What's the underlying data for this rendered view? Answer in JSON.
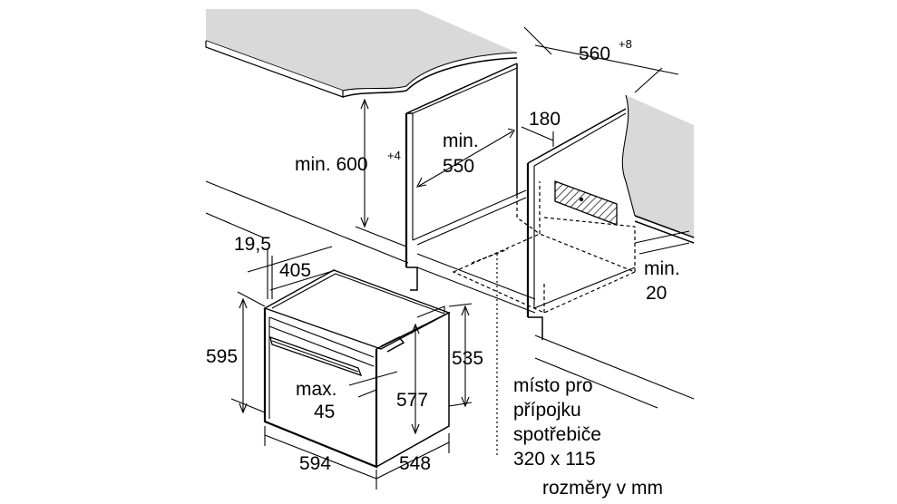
{
  "dimensions": {
    "worktop_height": {
      "text": "min. 600",
      "sup": "+4"
    },
    "niche_depth": {
      "line1": "min.",
      "line2": "550"
    },
    "niche_width": {
      "text": "560",
      "sup": "+8"
    },
    "rear_gap": "180",
    "ventilation": {
      "line1": "min.",
      "line2": "20"
    },
    "side_offset": "19,5",
    "top_depth": "405",
    "appliance_height": "595",
    "door_gap": {
      "line1": "max.",
      "line2": "45"
    },
    "body_height": "577",
    "niche_height": "535",
    "appliance_width": "594",
    "appliance_depth": "548"
  },
  "connection_note": {
    "line1": "místo pro",
    "line2": "přípojku",
    "line3": "spotřebiče",
    "line4": "320 x 115"
  },
  "units_note": "rozměry v mm"
}
